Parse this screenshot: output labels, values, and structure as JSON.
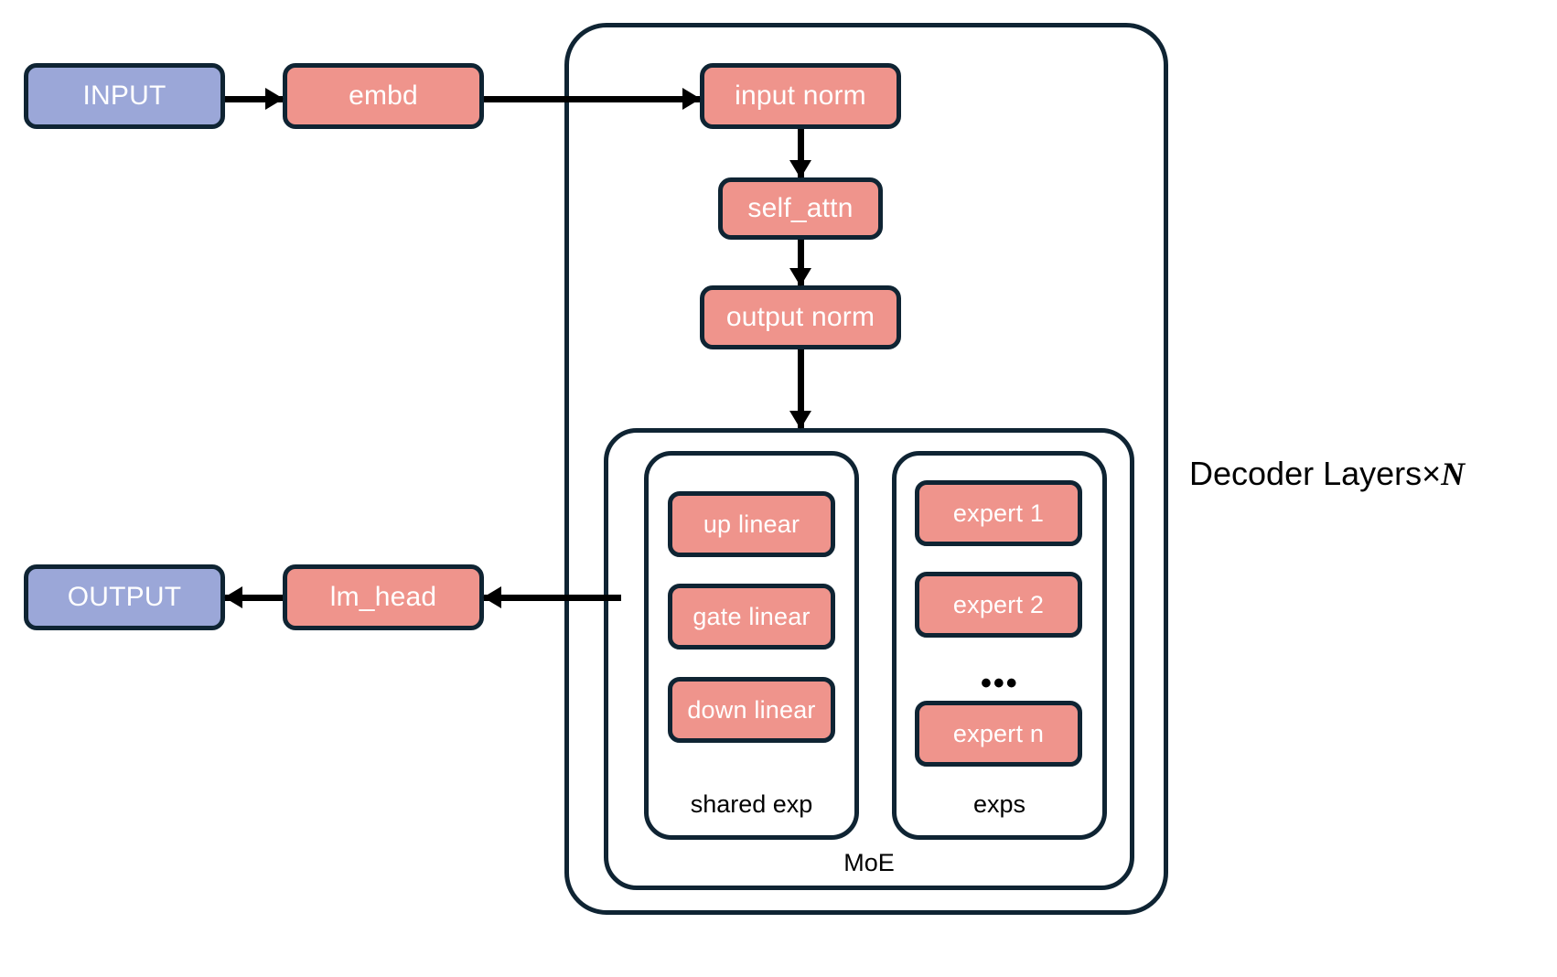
{
  "diagram": {
    "title_label": "Decoder Layers×",
    "title_variable": "N",
    "colors": {
      "input_output_fill": "#9ba7d8",
      "module_fill": "#ef948c",
      "outline": "#0f2433",
      "background": "#ffffff",
      "arrow": "#000000",
      "node_text": "#ffffff",
      "caption_text": "#000000"
    },
    "nodes": {
      "input": "INPUT",
      "embd": "embd",
      "input_norm": "input norm",
      "self_attn": "self_attn",
      "output_norm": "output norm",
      "lm_head": "lm_head",
      "output": "OUTPUT"
    },
    "shared_expert": {
      "caption": "shared exp",
      "layers": [
        "up linear",
        "gate linear",
        "down linear"
      ]
    },
    "experts": {
      "caption": "exps",
      "items": [
        "expert 1",
        "expert 2",
        "expert n"
      ],
      "ellipsis": "•••"
    },
    "moe": {
      "caption": "MoE"
    }
  }
}
